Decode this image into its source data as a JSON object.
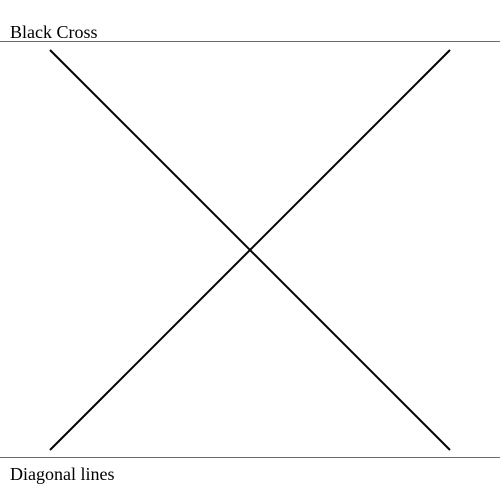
{
  "header": {
    "title": "Black Cross"
  },
  "footer": {
    "caption": "Diagonal lines"
  },
  "figure": {
    "line_color": "#000000",
    "rule_color": "#6b6b6b",
    "lines": [
      "diagonal-line-descending",
      "diagonal-line-ascending"
    ]
  }
}
